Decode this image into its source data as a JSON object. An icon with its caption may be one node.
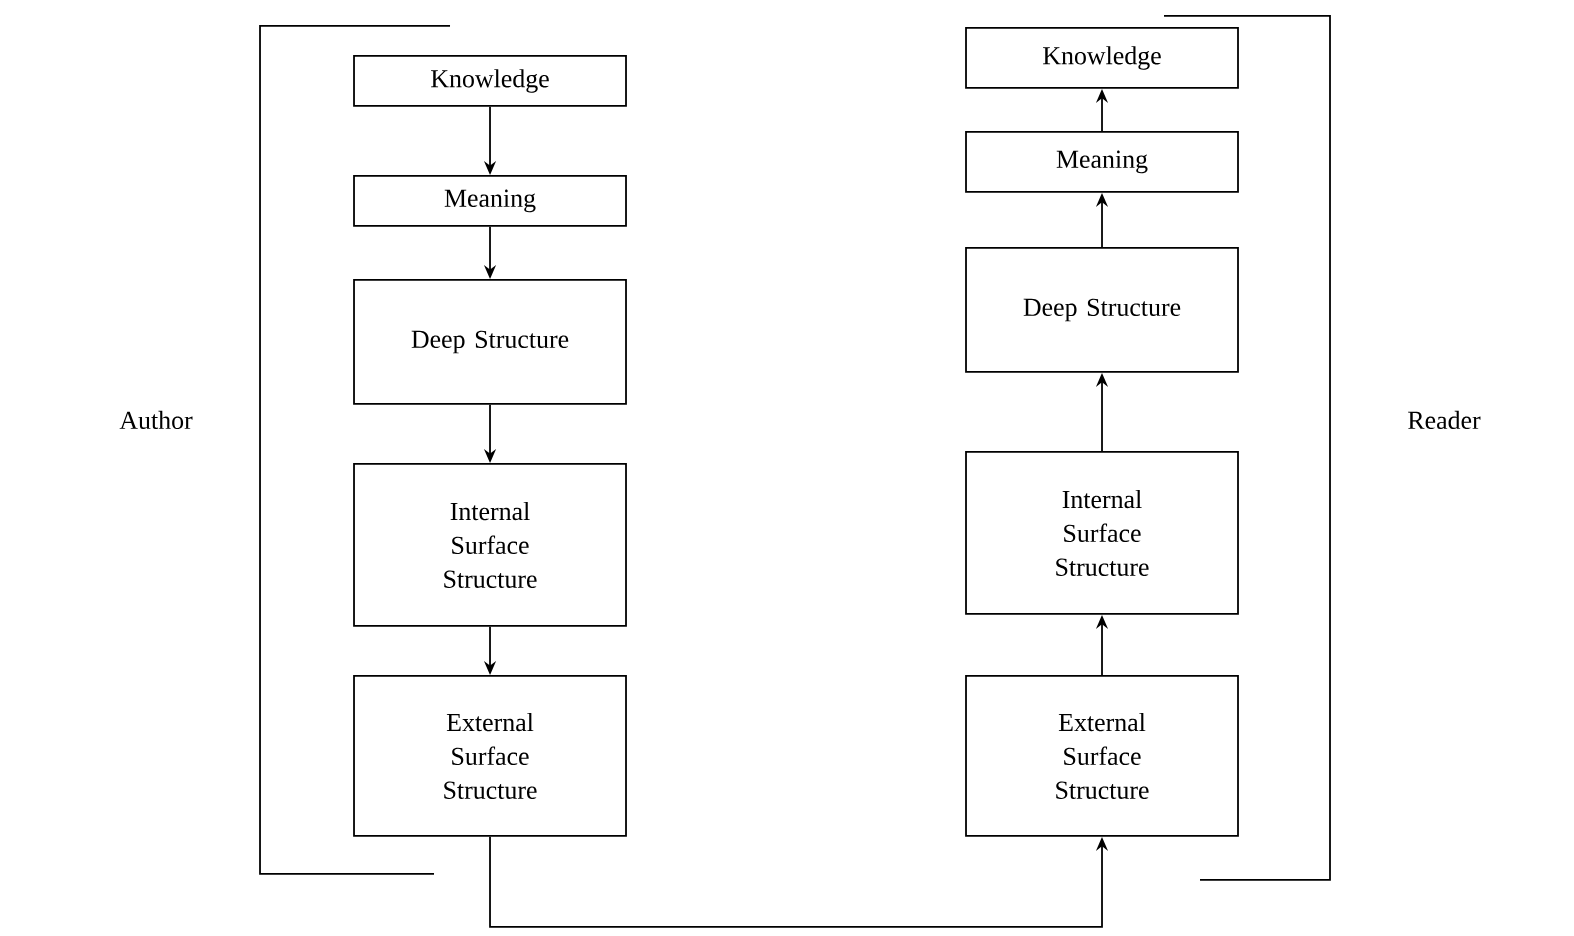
{
  "diagram": {
    "nodes": [
      {
        "text": [
          "Knowledge"
        ]
      },
      {
        "text": [
          "Meaning"
        ]
      },
      {
        "text": [
          "Deep Structure"
        ]
      },
      {
        "text": [
          "Internal Surface Structure"
        ]
      },
      {
        "text": [
          "External Surface Structure"
        ]
      },
      {
        "text": [
          "Knowledge"
        ]
      },
      {
        "text": [
          "Meaning"
        ]
      },
      {
        "text": [
          "Deep Structure"
        ]
      },
      {
        "text": [
          "Internal Surface Structure"
        ]
      },
      {
        "text": [
          "External Surface Structure"
        ]
      }
    ],
    "edges": [
      {
        "from": 0,
        "to": 1,
        "arrow": "to"
      },
      {
        "from": 1,
        "to": 2,
        "arrow": "to"
      },
      {
        "from": 2,
        "to": 3,
        "arrow": "to"
      },
      {
        "from": 3,
        "to": 4,
        "arrow": "to"
      },
      {
        "from": 4,
        "to": 9,
        "arrow": "to"
      },
      {
        "from": 9,
        "to": 8,
        "arrow": "to"
      },
      {
        "from": 8,
        "to": 7,
        "arrow": "to"
      },
      {
        "from": 7,
        "to": 6,
        "arrow": "to"
      },
      {
        "from": 6,
        "to": 5,
        "arrow": "to"
      }
    ],
    "labels": [
      "Author",
      "Reader"
    ]
  }
}
